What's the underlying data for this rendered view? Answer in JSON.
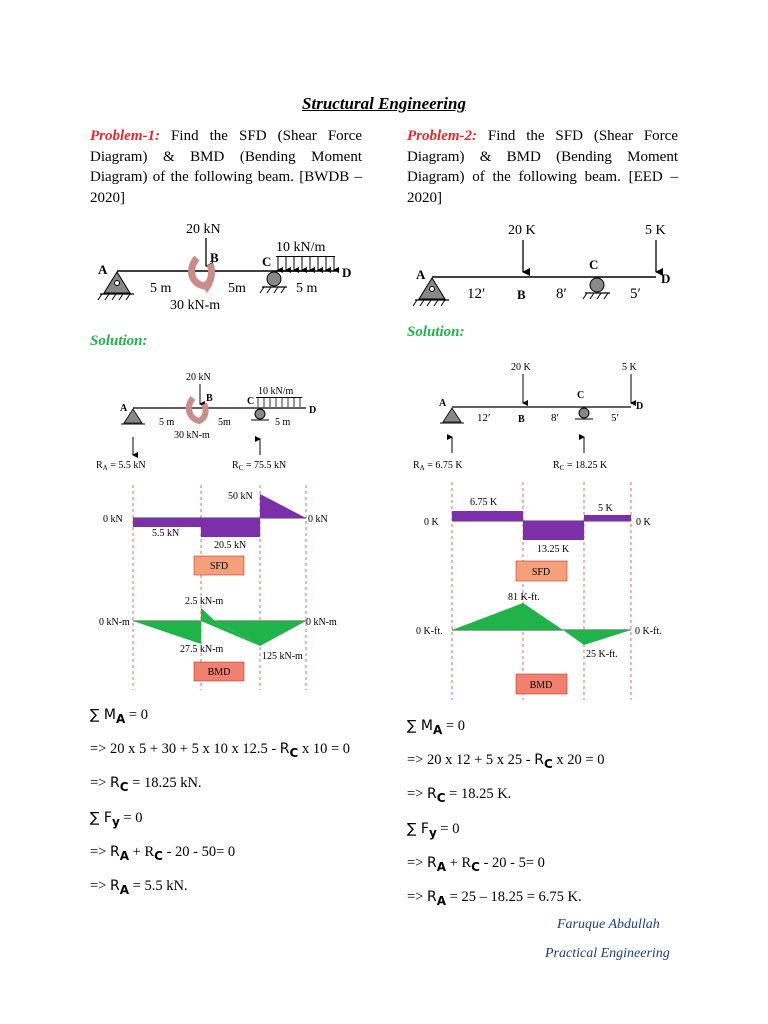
{
  "title": "Structural Engineering",
  "problem1": {
    "label": "Problem-1:",
    "text": " Find the SFD (Shear Force Diagram) & BMD (Bending Moment Diagram) of the following beam. [BWDB – 2020]",
    "beam_labels": {
      "load_b": "20 kN",
      "udl": "10 kN/m",
      "moment": "30 kN-m",
      "a": "A",
      "b": "B",
      "c": "C",
      "d": "D",
      "span1": "5 m",
      "span2": "5m",
      "span3": "5 m"
    },
    "solution_label": "Solution:",
    "reactions": {
      "ra": "R",
      "ra_sub": "A",
      "ra_val": " = 5.5 kN",
      "rc": "R",
      "rc_sub": "C",
      "rc_val": " = 75.5 kN"
    },
    "sfd": {
      "zero_left": "0 kN",
      "zero_right": "0 kN",
      "v1": "5.5 kN",
      "v2": "20.5 kN",
      "v3": "50 kN",
      "label": "SFD"
    },
    "bmd": {
      "zero_left": "0 kN-m",
      "zero_right": "0 kN-m",
      "m1": "2.5 kN-m",
      "m2": "27.5 kN-m",
      "m3": "125 kN-m",
      "label": "BMD"
    },
    "equations": [
      {
        "pre": "",
        "sym": "∑ M",
        "sub": "A",
        "post": " = 0"
      },
      {
        "pre": "=> 20 x 5 + 30 + 5 x 10 x 12.5 - ",
        "sym": "R",
        "sub": "C",
        "post": " x 10 = 0"
      },
      {
        "pre": "=> ",
        "sym": "R",
        "sub": "C",
        "post": " = 18.25 kN."
      },
      {
        "pre": "",
        "sym": "∑ F",
        "sub": "y",
        "post": " = 0"
      },
      {
        "pre": "=> ",
        "sym": "R",
        "sub": "A",
        "post": " + R",
        "sub2": "C",
        "post2": " - 20 - 50= 0"
      },
      {
        "pre": "=> ",
        "sym": "R",
        "sub": "A",
        "post": " = 5.5 kN."
      }
    ]
  },
  "problem2": {
    "label": "Problem-2:",
    "text": " Find the SFD (Shear Force Diagram) & BMD (Bending Moment Diagram) of the following beam. [EED – 2020]",
    "beam_labels": {
      "load_b": "20 K",
      "load_d": "5 K",
      "a": "A",
      "b": "B",
      "c": "C",
      "d": "D",
      "span1": "12′",
      "span2": "8′",
      "span3": "5′"
    },
    "solution_label": "Solution:",
    "reactions": {
      "ra": "R",
      "ra_sub": "A",
      "ra_val": " = 6.75 K",
      "rc": "R",
      "rc_sub": "C",
      "rc_val": " = 18.25 K"
    },
    "sfd": {
      "zero_left": "0 K",
      "zero_right": "0 K",
      "v1": "6.75 K",
      "v2": "13.25 K",
      "v3": "5 K",
      "label": "SFD"
    },
    "bmd": {
      "zero_left": "0 K-ft.",
      "zero_right": "0 K-ft.",
      "m1": "81 K-ft.",
      "m2": "25 K-ft.",
      "label": "BMD"
    },
    "equations": [
      {
        "pre": "",
        "sym": "∑ M",
        "sub": "A",
        "post": " = 0"
      },
      {
        "pre": "=> 20 x 12 + 5 x 25 - ",
        "sym": "R",
        "sub": "C",
        "post": " x 20 = 0"
      },
      {
        "pre": "=> ",
        "sym": "R",
        "sub": "C",
        "post": " = 18.25 K."
      },
      {
        "pre": "",
        "sym": "∑ F",
        "sub": "y",
        "post": " = 0"
      },
      {
        "pre": "=> ",
        "sym": "R",
        "sub": "A",
        "post": " + R",
        "sub2": "C",
        "post2": " - 20 - 5= 0"
      },
      {
        "pre": "=> ",
        "sym": "R",
        "sub": "A",
        "post": " = 25 – 18.25 = 6.75 K."
      }
    ]
  },
  "signature": {
    "name": "Faruque Abdullah",
    "org": "Practical Engineering"
  },
  "colors": {
    "problem_label": "#e8262d",
    "solution": "#1fb34a",
    "sfd_fill": "#7b2fa8",
    "bmd_fill": "#1fb34a",
    "tag_fill": "#f4a07a",
    "signature": "#1f3d7a"
  }
}
